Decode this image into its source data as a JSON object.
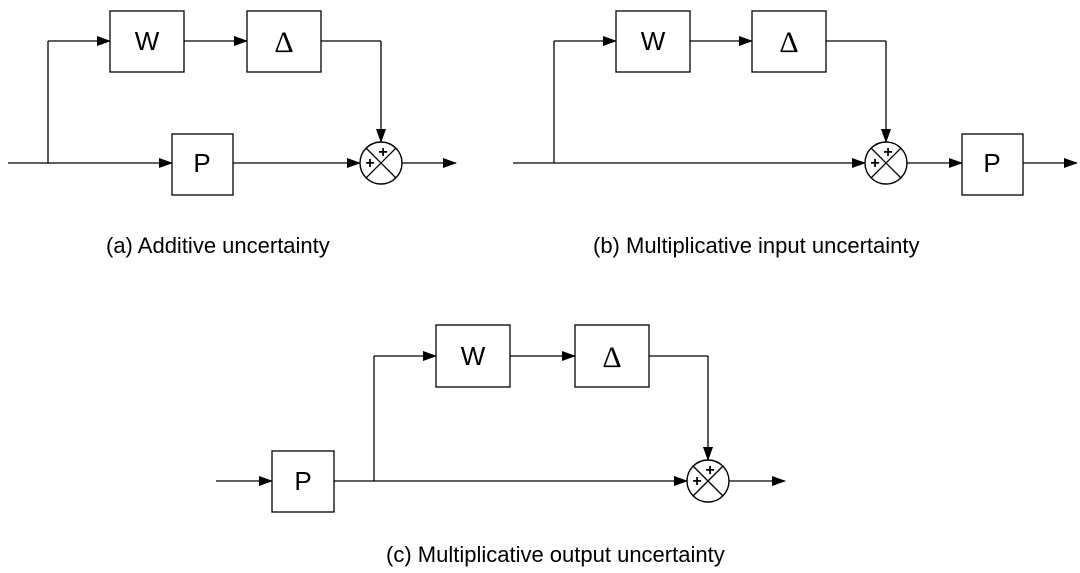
{
  "blocks": {
    "weight": "W",
    "delta": "Δ",
    "plant": "P"
  },
  "junction_signs": {
    "top": "+",
    "left": "+"
  },
  "captions": {
    "a": "(a) Additive uncertainty",
    "b": "(b) Multiplicative input uncertainty",
    "c": "(c) Multiplicative output uncertainty"
  }
}
